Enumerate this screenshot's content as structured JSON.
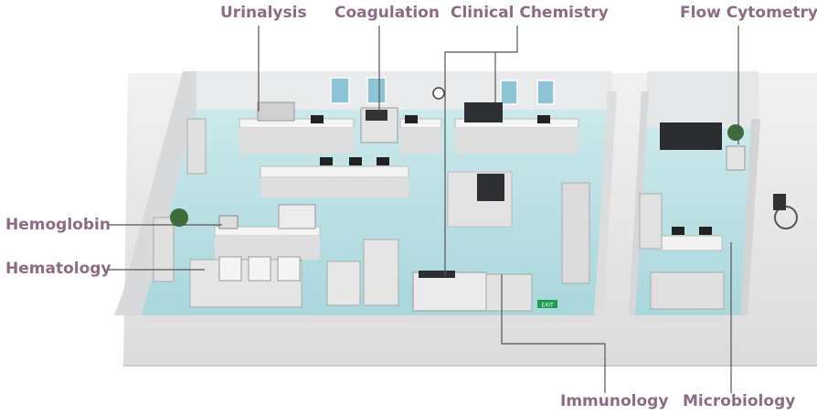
{
  "labels": {
    "urinalysis": "Urinalysis",
    "coagulation": "Coagulation",
    "clinical_chemistry": "Clinical Chemistry",
    "flow_cytometry": "Flow Cytometry",
    "hemoglobin": "Hemoglobin",
    "hematology": "Hematology",
    "immunology": "Immunology",
    "microbiology": "Microbiology"
  },
  "exit_sign": "EXIT",
  "colors": {
    "label": "#8c6b83",
    "floor": "#bfe3e6",
    "wall": "#e7e8e9",
    "leader": "#555555"
  }
}
